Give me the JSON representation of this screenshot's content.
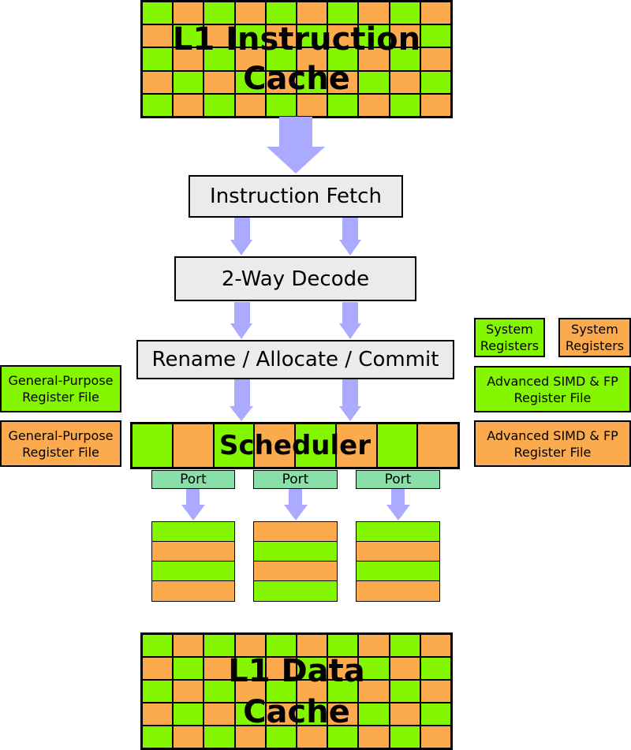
{
  "l1_instruction_cache": {
    "label_line1": "L1 Instruction",
    "label_line2": "Cache"
  },
  "instruction_fetch": {
    "label": "Instruction Fetch"
  },
  "decode": {
    "label": "2-Way Decode"
  },
  "rename": {
    "label": "Rename / Allocate / Commit"
  },
  "scheduler": {
    "label": "Scheduler"
  },
  "ports": [
    {
      "label": "Port"
    },
    {
      "label": "Port"
    },
    {
      "label": "Port"
    }
  ],
  "registers_left": [
    {
      "line1": "General-Purpose",
      "line2": "Register File",
      "color": "#84f600"
    },
    {
      "line1": "General-Purpose",
      "line2": "Register File",
      "color": "#fbaa4e"
    }
  ],
  "registers_right": {
    "system_green": {
      "line1": "System",
      "line2": "Registers",
      "color": "#84f600"
    },
    "system_orange": {
      "line1": "System",
      "line2": "Registers",
      "color": "#fbaa4e"
    },
    "simd_green": {
      "line1": "Advanced SIMD & FP",
      "line2": "Register File",
      "color": "#84f600"
    },
    "simd_orange": {
      "line1": "Advanced SIMD & FP",
      "line2": "Register File",
      "color": "#fbaa4e"
    }
  },
  "l1_data_cache": {
    "label_line1": "L1 Data",
    "label_line2": "Cache"
  },
  "colors": {
    "green": "#84f600",
    "orange": "#fbaa4e",
    "arrow": "#aaaaff",
    "port": "#88e0a8",
    "stage_box": "#ebebeb"
  }
}
